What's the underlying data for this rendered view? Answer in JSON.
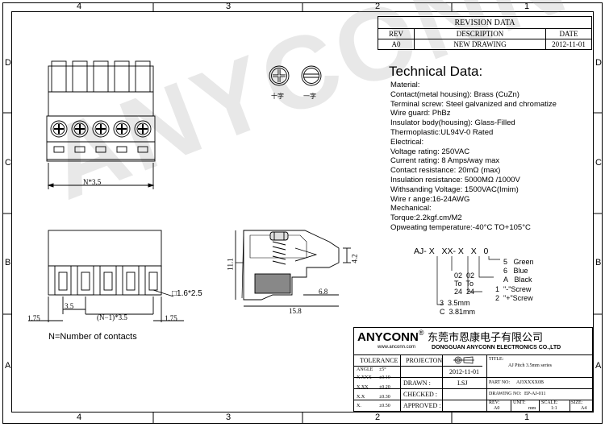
{
  "frame": {
    "cols_top": [
      "4",
      "3",
      "2",
      "1"
    ],
    "cols_bottom": [
      "4",
      "3",
      "2",
      "1"
    ],
    "rows_left": [
      "D",
      "C",
      "B",
      "A"
    ],
    "rows_right": [
      "D",
      "C",
      "B",
      "A"
    ]
  },
  "revision": {
    "title": "REVISION DATA",
    "headers": [
      "REV",
      "DESCRIPTION",
      "DATE"
    ],
    "row": [
      "A0",
      "NEW DRAWING",
      "2012-11-01"
    ]
  },
  "screw_icons": {
    "cross_label": "十字",
    "slot_label": "一字"
  },
  "technical": {
    "title": "Technical Data:",
    "lines": [
      "Material:",
      "Contact(metal housing): Brass (CuZn)",
      "Terminal screw: Steel galvanized and chromatize",
      "Wire guard: PhBz",
      "Insulator body(housing): Glass-Filled",
      "Thermoplastic:UL94V-0 Rated",
      "Electrical:",
      "Voltage rating: 250VAC",
      "Current rating: 8 Amps/way max",
      "Contact resistance: 20mΩ (max)",
      "Insulation resistance: 5000MΩ /1000V",
      "Withsanding Voltage: 1500VAC(Imim)",
      "Wire r ange:16-24AWG",
      "Mechanical:",
      "Torque:2.2kgf.cm/M2",
      "Opweating temperature:-40°C TO+105°C"
    ]
  },
  "watermark": "ANYCONN",
  "dimensions": {
    "top_width": "N*3.5",
    "pitch": "3.5",
    "n_pitch": "(N−1)*3.5",
    "left_margin": "1.75",
    "right_margin": "1.75",
    "hole": "□1.6*2.5",
    "side_height": "11.1",
    "side_small": "4.2",
    "side_len": "6.8",
    "side_total": "15.8"
  },
  "note": "N=Number of contacts",
  "part_code": {
    "pattern": [
      "AJ",
      "-",
      "X",
      "XX",
      "-",
      "X",
      "X",
      "0"
    ],
    "colors": [
      [
        "5",
        "Green"
      ],
      [
        "6",
        "Blue"
      ],
      [
        "A",
        "Black"
      ]
    ],
    "screw": [
      [
        "1",
        "\"-\"Screw"
      ],
      [
        "2",
        "\"+\"Screw"
      ]
    ],
    "contacts": [
      "02",
      "02",
      "To",
      "To",
      "24",
      "24"
    ],
    "pitch": [
      [
        "3",
        "3.5mm"
      ],
      [
        "C",
        "3.81mm"
      ]
    ]
  },
  "title_block": {
    "company": "ANYCONN",
    "registered": "®",
    "company_cn": "东莞市恩康电子有限公司",
    "website": "www.anconn.com",
    "company_en": "DONGGUAN ANYCONN ELECTRONICS CO.,LTD",
    "tolerance_label": "TOLERANCE",
    "angle": [
      "ANGLE",
      "±5°"
    ],
    "tolerances": [
      [
        "X.XXX",
        "±0.10"
      ],
      [
        "X.XX",
        "±0.20"
      ],
      [
        "X.X",
        "±0.30"
      ],
      [
        "X.",
        "±0.50"
      ]
    ],
    "projection_label": "PROJECTON",
    "date": "2012-11-01",
    "drawn_label": "DRAWN :",
    "drawn_by": "LSJ",
    "checked_label": "CHECKED :",
    "approved_label": "APPROVED :",
    "title_label": "TITLE:",
    "title_value": "AJ  Pitch 3.5mm series",
    "part_no_label": "PART NO:",
    "part_no": "AJ3XXXX0B",
    "drawing_no_label": "DRAWING NO:",
    "drawing_no": "EP-AJ-011",
    "rev_label": "REV:",
    "rev": "A0",
    "unit_label": "UNIT:",
    "unit": "mm",
    "scale_label": "SCALE:",
    "scale": "1:1",
    "size_label": "SIZE:",
    "size": "A4"
  }
}
